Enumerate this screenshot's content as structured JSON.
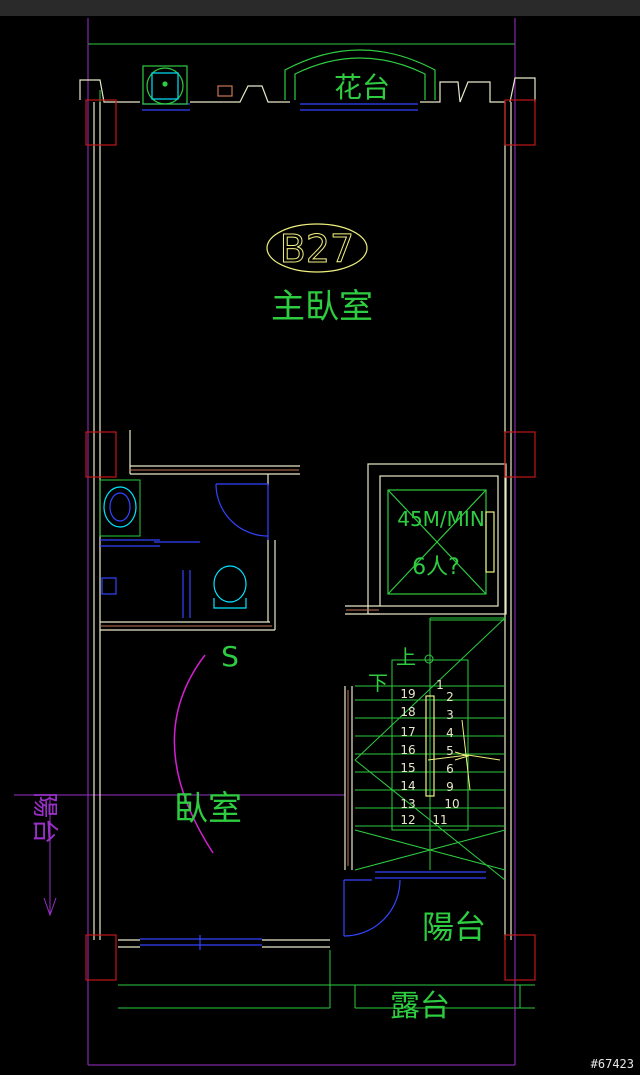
{
  "colors": {
    "wall": "#e8e8c8",
    "green": "#2ecc40",
    "red": "#c01818",
    "blue": "#3344ff",
    "cyan": "#00e5ff",
    "magenta": "#d020d0",
    "purple": "#9a30c8",
    "yellow": "#f0f080",
    "hatch": "#c87858",
    "background": "#000000"
  },
  "labels": {
    "planter": "花台",
    "room_code": "B27",
    "master_bedroom": "主臥室",
    "elevator_speed": "45M/MIN",
    "elevator_capacity": "6人?",
    "stairs_up": "上",
    "stairs_down": "下",
    "bedroom": "臥室",
    "balcony_side": "陽台",
    "balcony": "陽台",
    "terrace": "露台",
    "door_tag": "S"
  },
  "stair_steps": {
    "left": [
      "19",
      "18",
      "17",
      "16",
      "15",
      "14",
      "13",
      "12"
    ],
    "right": [
      "1",
      "2",
      "3",
      "4",
      "5",
      "6",
      "9",
      "10",
      "11"
    ]
  },
  "watermark": "#67423"
}
